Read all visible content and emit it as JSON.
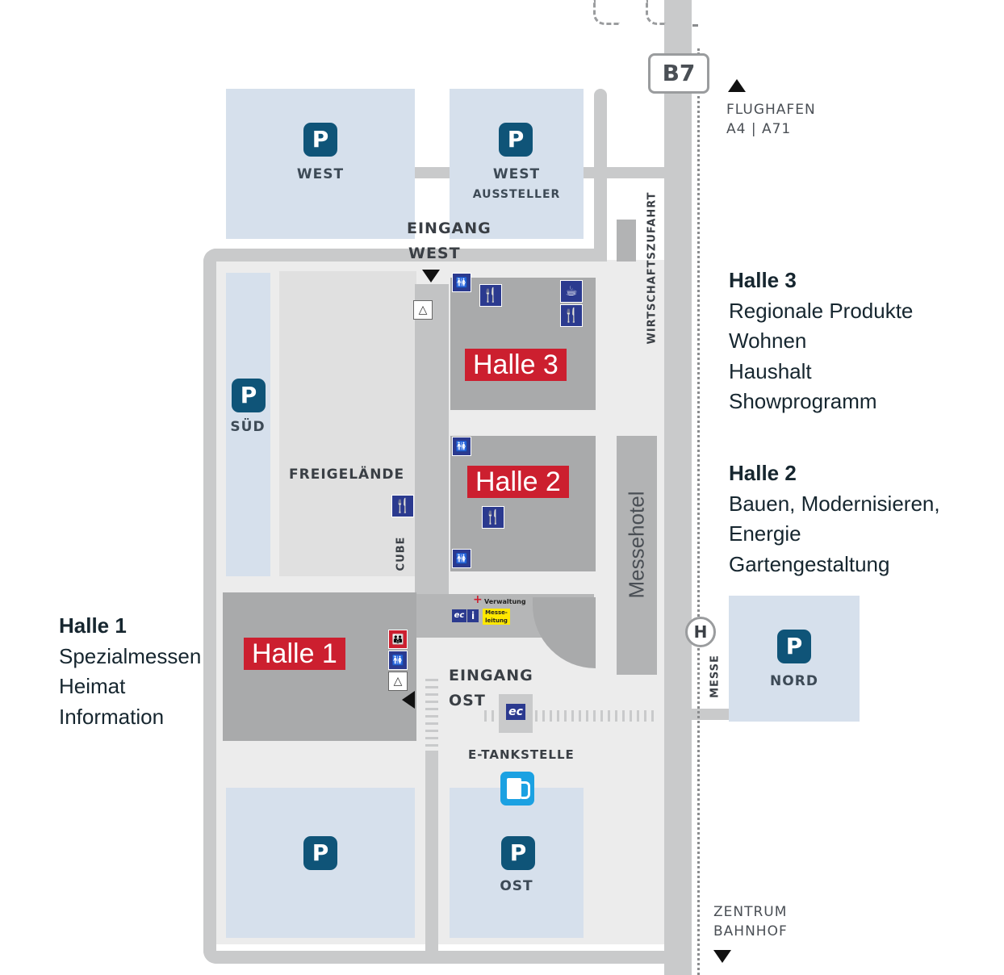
{
  "road": {
    "label": "B7"
  },
  "directions": {
    "north": {
      "line1": "FLUGHAFEN",
      "line2": "A4 | A71"
    },
    "south": {
      "line1": "ZENTRUM",
      "line2": "BAHNHOF"
    }
  },
  "parking": [
    {
      "symbol": "P",
      "label": "WEST",
      "sublabel": ""
    },
    {
      "symbol": "P",
      "label": "WEST",
      "sublabel": "AUSSTELLER"
    },
    {
      "symbol": "P",
      "label": "SÜD",
      "sublabel": ""
    },
    {
      "symbol": "P",
      "label": "NORD",
      "sublabel": ""
    },
    {
      "symbol": "P",
      "label": "",
      "sublabel": ""
    },
    {
      "symbol": "P",
      "label": "OST",
      "sublabel": ""
    }
  ],
  "entrances": {
    "west": {
      "line1": "EINGANG",
      "line2": "WEST"
    },
    "east": {
      "line1": "EINGANG",
      "line2": "OST"
    }
  },
  "areas": {
    "freigelaende": "FREIGELÄNDE",
    "cube": "CUBE",
    "messehotel": "Messehotel",
    "wirtschaftszufahrt": "WIRTSCHAFTSZUFAHRT",
    "messe_stop": "MESSE",
    "bus_stop_symbol": "H",
    "etankstelle": "E-TANKSTELLE",
    "verwaltung": "Verwaltung",
    "messeleitung": "Messe-leitung",
    "ec": "ec",
    "info": "i"
  },
  "halls": [
    {
      "name": "Halle 1",
      "title": "Halle 1",
      "topics": [
        "Spezialmessen",
        "Heimat",
        "Information"
      ]
    },
    {
      "name": "Halle 2",
      "title": "Halle 2",
      "topics": [
        "Bauen, Modernisieren,",
        "Energie",
        "Gartengestaltung"
      ]
    },
    {
      "name": "Halle 3",
      "title": "Halle 3",
      "topics": [
        "Regionale Produkte",
        "Wohnen",
        "Haushalt",
        "Showprogramm"
      ]
    }
  ],
  "colors": {
    "parking_lot": "#d6e0ec",
    "parking_badge": "#0f5478",
    "hall_label": "#cc1f2f",
    "road": "#c9cacb",
    "service_icon": "#2b3a8f"
  },
  "icons": [
    "restaurant-icon",
    "toilet-icon",
    "cafe-icon",
    "cloakroom-icon",
    "first-aid-icon",
    "charging-station-icon",
    "bus-stop-icon"
  ]
}
